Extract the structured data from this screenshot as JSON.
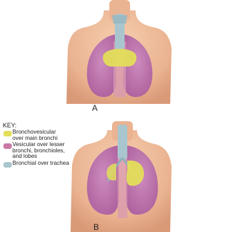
{
  "panels": [
    {
      "label": "A"
    },
    {
      "label": "B"
    }
  ],
  "key": {
    "title": "KEY:",
    "items": [
      {
        "text": "Bronchovesicular\nover main bronchi",
        "color": "#e3de5a"
      },
      {
        "text": "Vesicular over lesser\nbronchi, bronchioles,\nand lobes",
        "color": "#c97aa8"
      },
      {
        "text": "Bronchial over trachea",
        "color": "#a9c6cf"
      }
    ]
  },
  "colors": {
    "skin": "#f2c2a0",
    "skin_shadow": "#dca07c",
    "lung": "#c57ab8",
    "bronchovesicular": "#e3de5a",
    "trachea": "#a9c6cf"
  }
}
